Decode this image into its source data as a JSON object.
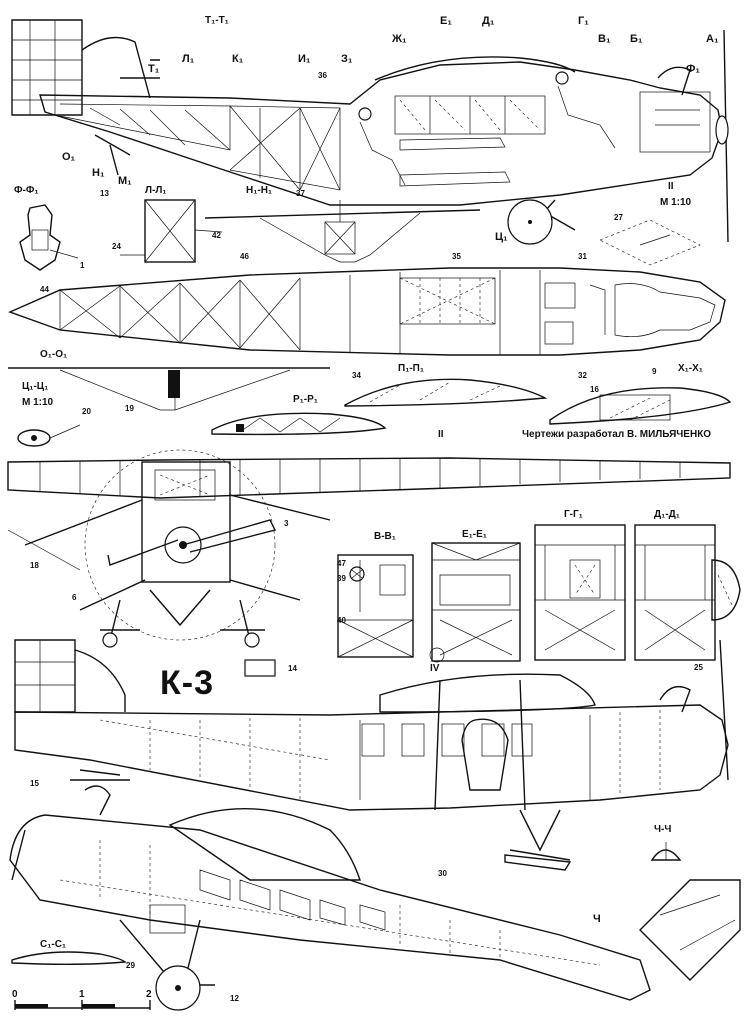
{
  "drawing": {
    "title": "К-3",
    "credit": "Чертежи разработал В. МИЛЬЯЧЕНКО"
  },
  "section_marks": [
    "А₁",
    "Б₁",
    "В₁",
    "Г₁",
    "Д₁",
    "Е₁",
    "Ж₁",
    "З₁",
    "И₁",
    "К₁",
    "Л₁",
    "М₁",
    "Н₁",
    "О₁",
    "Т₁",
    "Ф₁",
    "Ц₁",
    "Ч"
  ],
  "section_views": {
    "t": "Т₁-Т₁",
    "f": "Ф-Ф₁",
    "l": "Л-Л₁",
    "n": "Н₁-Н₁",
    "o": "О₁-О₁",
    "ts": "Ц₁-Ц₁",
    "ts_scale": "М 1:10",
    "p": "П₁-П₁",
    "r": "Р₁-Р₁",
    "x": "Х₁-Х₁",
    "detail": "II",
    "detail_scale": "М 1:10",
    "v": "В-В₁",
    "e": "Е₁-Е₁",
    "g": "Г-Г₁",
    "dd": "Д₁-Д₁",
    "ch": "Ч-Ч",
    "s": "С₁-С₁",
    "detail4": "IV",
    "detail2b": "II"
  },
  "part_numbers": [
    "1",
    "3",
    "6",
    "9",
    "12",
    "13",
    "14",
    "15",
    "16",
    "18",
    "19",
    "20",
    "24",
    "25",
    "27",
    "29",
    "30",
    "31",
    "32",
    "34",
    "35",
    "36",
    "37",
    "39",
    "40",
    "42",
    "44",
    "46",
    "47"
  ],
  "scale_bar": {
    "labels": [
      "0",
      "1",
      "2"
    ]
  }
}
